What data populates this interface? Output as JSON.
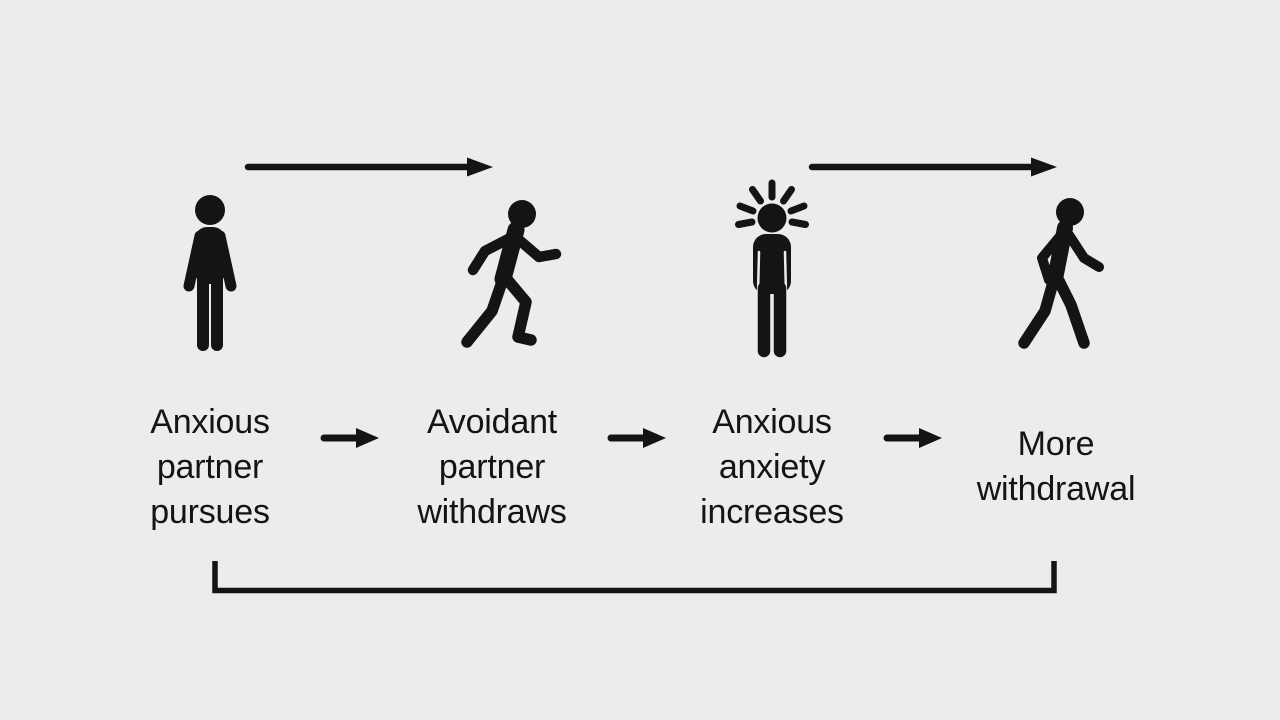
{
  "diagram": {
    "name": "anxious-avoidant pursue-withdraw cycle",
    "background_color": "#ecebee",
    "ink_color": "#141414",
    "steps": [
      {
        "icon": "standing-person-icon",
        "line1": "Anxious",
        "line2": "partner",
        "line3": "pursues"
      },
      {
        "icon": "walking-person-icon",
        "line1": "Avoidant",
        "line2": "partner",
        "line3": "withdraws"
      },
      {
        "icon": "anxious-person-icon",
        "line1": "Anxious",
        "line2": "anxiety",
        "line3": "increases"
      },
      {
        "icon": "walking-away-person-icon",
        "line1": "More",
        "line2": "withdrawal"
      }
    ],
    "connectors": {
      "top_arrow_1": "arrow-right",
      "top_arrow_2": "arrow-right",
      "label_arrow_1": "arrow-right",
      "label_arrow_2": "arrow-right",
      "label_arrow_3": "arrow-right",
      "feedback_loop": "u-bracket"
    }
  }
}
